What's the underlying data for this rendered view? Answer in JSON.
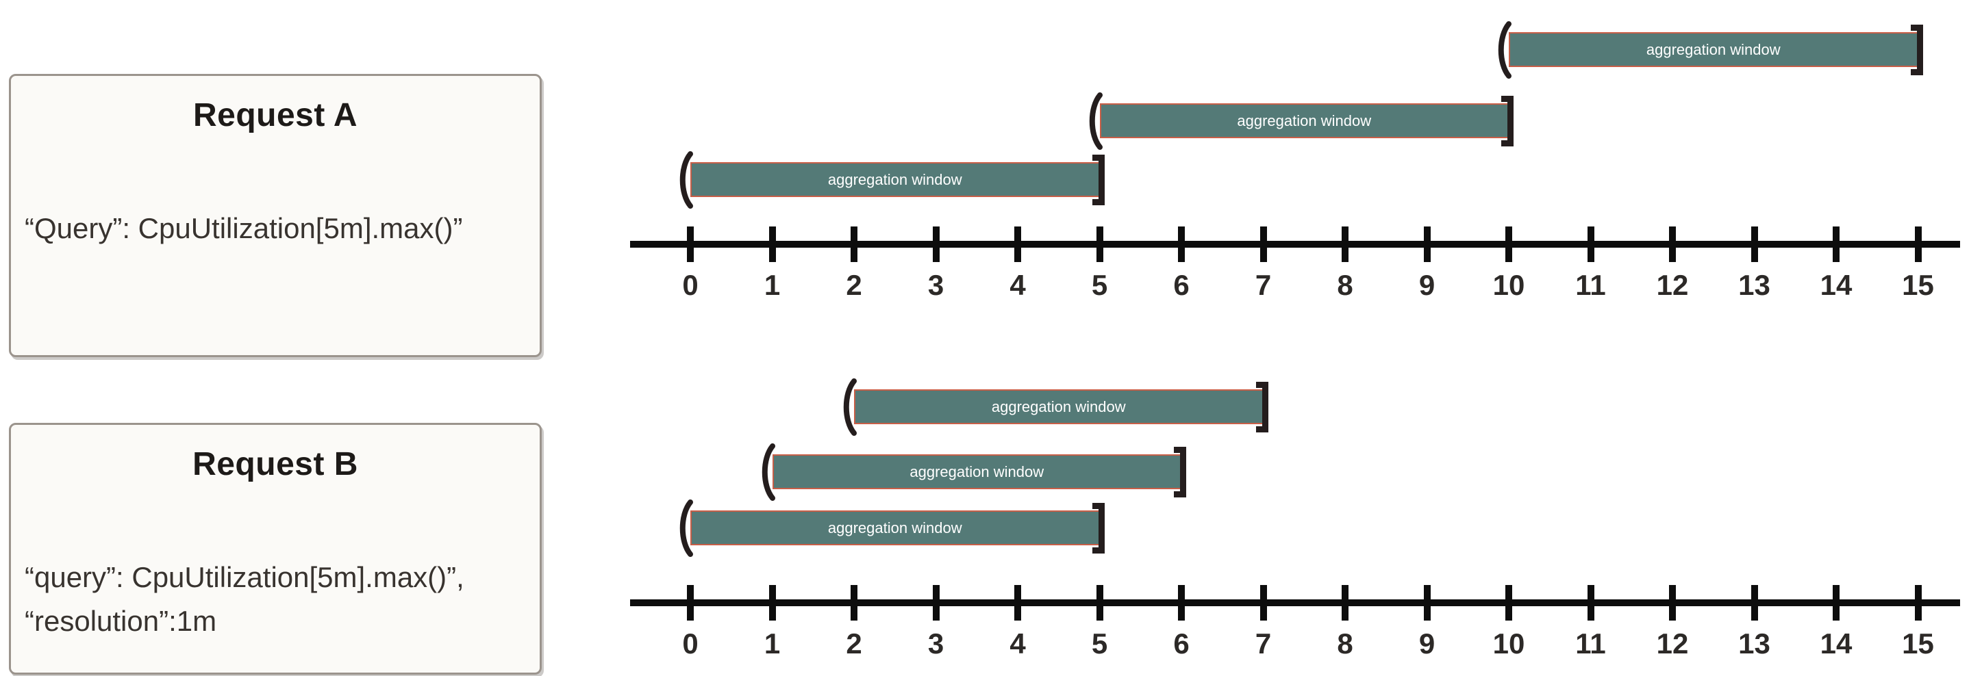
{
  "request_a": {
    "title": "Request A",
    "body_lines": [
      "“Query”: CpuUtilization[5m].max()”"
    ]
  },
  "request_b": {
    "title": "Request B",
    "body_lines": [
      "“query”: CpuUtilization[5m].max()”,",
      "“resolution”:1m"
    ]
  },
  "bar_label": "aggregation window",
  "timelines": [
    {
      "id": "A",
      "bars": [
        {
          "label": "aggregation window",
          "start": 10,
          "end": 15
        },
        {
          "label": "aggregation window",
          "start": 5,
          "end": 10
        },
        {
          "label": "aggregation window",
          "start": 0,
          "end": 5
        }
      ],
      "axis": {
        "min": 0,
        "max": 15,
        "step": 1,
        "tick_labels": [
          "0",
          "1",
          "2",
          "3",
          "4",
          "5",
          "6",
          "7",
          "8",
          "9",
          "10",
          "11",
          "12",
          "13",
          "14",
          "15"
        ]
      }
    },
    {
      "id": "B",
      "bars": [
        {
          "label": "aggregation window",
          "start": 2,
          "end": 7
        },
        {
          "label": "aggregation window",
          "start": 1,
          "end": 6
        },
        {
          "label": "aggregation window",
          "start": 0,
          "end": 5
        }
      ],
      "axis": {
        "min": 0,
        "max": 15,
        "step": 1,
        "tick_labels": [
          "0",
          "1",
          "2",
          "3",
          "4",
          "5",
          "6",
          "7",
          "8",
          "9",
          "10",
          "11",
          "12",
          "13",
          "14",
          "15"
        ]
      }
    }
  ],
  "colors": {
    "bar_fill": "#547a77",
    "bar_border": "#c85f48",
    "bar_text": "#ffffff",
    "glyph": "#241d1d",
    "axis": "#0d0d0d",
    "panel_bg": "#fbfaf7",
    "panel_border": "#9b948d"
  }
}
